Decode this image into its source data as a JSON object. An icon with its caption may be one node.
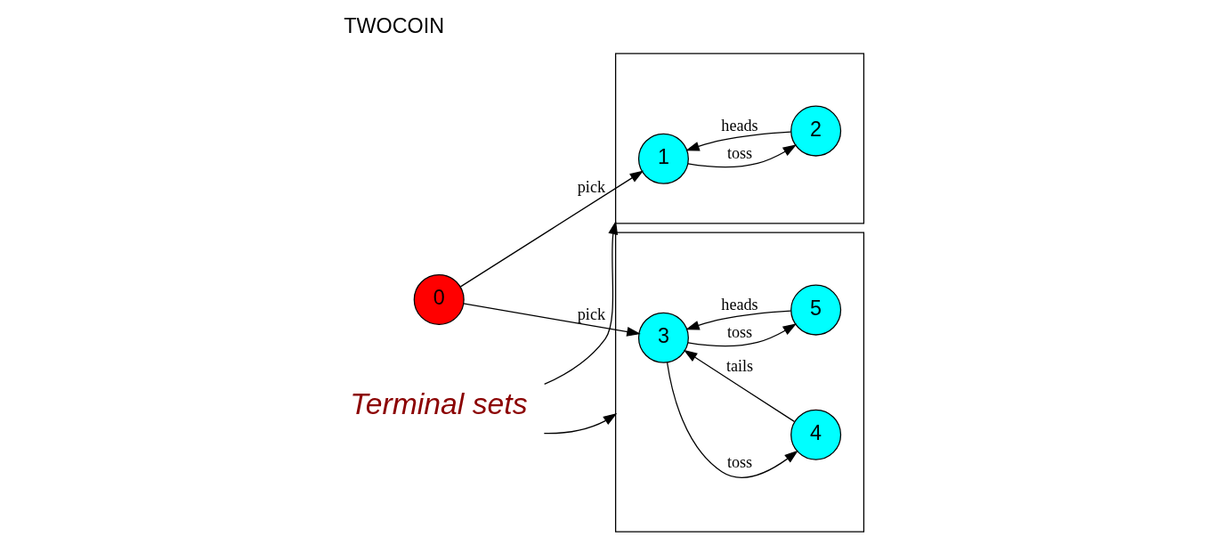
{
  "diagram": {
    "title": "TWOCOIN",
    "nodes": [
      {
        "text": [
          "0"
        ]
      },
      {
        "text": [],
        "shape": "box"
      },
      {
        "text": [
          "1"
        ],
        "in": 1
      },
      {
        "text": [
          "2"
        ],
        "in": 1
      },
      {
        "text": [],
        "shape": "box"
      },
      {
        "text": [
          "3"
        ],
        "in": 4
      },
      {
        "text": [
          "4"
        ],
        "in": 4
      },
      {
        "text": [
          "5"
        ],
        "in": 4
      },
      {
        "text": [
          "Terminal sets"
        ]
      }
    ],
    "edges": [
      {
        "from": 0,
        "to": 2,
        "arrow": "to",
        "label": "pick"
      },
      {
        "from": 0,
        "to": 5,
        "arrow": "to",
        "label": "pick"
      },
      {
        "from": 2,
        "to": 3,
        "arrow": "to",
        "label": "toss"
      },
      {
        "from": 3,
        "to": 2,
        "arrow": "to",
        "label": "heads"
      },
      {
        "from": 5,
        "to": 6,
        "arrow": "to",
        "label": "toss"
      },
      {
        "from": 6,
        "to": 5,
        "arrow": "to",
        "label": "tails"
      },
      {
        "from": 5,
        "to": 7,
        "arrow": "to",
        "label": "toss"
      },
      {
        "from": 7,
        "to": 5,
        "arrow": "to",
        "label": "heads"
      },
      {
        "from": 8,
        "to": 1,
        "arrow": "to"
      },
      {
        "from": 8,
        "to": 4,
        "arrow": "to"
      }
    ]
  }
}
